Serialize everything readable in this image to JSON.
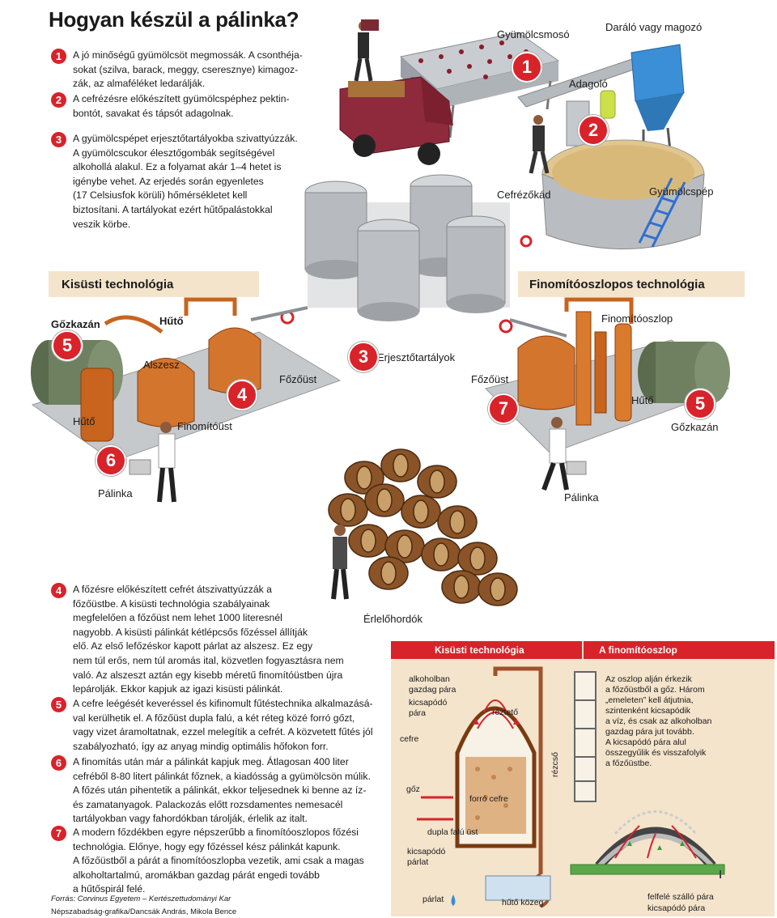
{
  "title": "Hogyan készül a pálinka?",
  "steps": [
    {
      "num": "1",
      "lines": [
        "A jó minőségű gyümölcsöt megmossák. A csonthéja-",
        "sokat (szilva, barack, meggy, cseresznye) kimagoz-",
        "zák, az almaféléket ledarálják."
      ]
    },
    {
      "num": "2",
      "lines": [
        "A cefrézésre előkészített gyümölcspéphez pektin-",
        "bontót, savakat és tápsót adagolnak."
      ]
    },
    {
      "num": "3",
      "lines": [
        "A gyümölcspépet erjesztőtartályokba szivattyúzzák.",
        "A gyümölcscukor élesztőgombák segítségével",
        "alkohollá alakul. Ez a folyamat akár 1–4 hetet is",
        "igénybe vehet. Az erjedés során egyenletes",
        "(17 Celsiusfok körüli) hőmérsékletet kell",
        "biztosítani. A tartályokat ezért hűtőpalástokkal",
        "veszik körbe."
      ]
    },
    {
      "num": "4",
      "lines": [
        "A főzésre előkészített cefrét átszivattyúzzák a",
        "főzőüstbe. A kisüsti technológia szabályainak",
        "megfelelően a főzőüst nem lehet 1000 literesnél",
        "nagyobb. A kisüsti pálinkát kétlépcsős főzéssel állítják",
        "elő. Az első lefőzéskor kapott párlat az alszesz. Ez egy",
        "nem túl erős, nem túl aromás ital, közvetlen fogyasztásra nem",
        "való. Az alszeszt aztán egy kisebb méretű finomítóüstben újra",
        "lepárolják. Ekkor kapjuk az igazi kisüsti pálinkát."
      ]
    },
    {
      "num": "5",
      "lines": [
        "A cefre leégését keveréssel és kifinomult fűtéstechnika alkalmazásá-",
        "val kerülhetik el. A főzőüst dupla falú, a két réteg közé forró gőzt,",
        "vagy vizet áramoltatnak, ezzel melegítik a cefrét. A közvetett fűtés jól",
        "szabályozható, így az anyag mindig optimális hőfokon forr."
      ]
    },
    {
      "num": "6",
      "lines": [
        "A finomítás után már a pálinkát kapjuk meg. Átlagosan 400 liter",
        "cefréből 8-80 litert pálinkát főznek, a kiadósság a gyümölcsön múlik.",
        "A főzés után pihentetik a pálinkát, ekkor teljesednek ki benne az íz-",
        "és zamatanyagok. Palackozás előtt rozsdamentes nemesacél",
        "tartályokban vagy fahordókban tárolják, érlelik az italt."
      ]
    },
    {
      "num": "7",
      "lines": [
        "A modern főzdékben egyre népszerűbb a finomítóoszlopos főzési",
        "technológia. Előnye, hogy egy főzéssel kész pálinkát kapunk.",
        "A főzőüstből a párát a finomítóoszlopba vezetik, ami csak a magas",
        "alkoholtartalmú, aromákban gazdag párát engedi tovább",
        "a hűtőspirál felé."
      ]
    }
  ],
  "source": "Forrás: Corvinus Egyetem – Kertészettudományi Kar",
  "credit": "Népszabadság-grafika/Dancsák András, Mikola Bence",
  "illustration": {
    "gyumolcsmoso": "Gyümölcsmosó",
    "daralo": "Daráló vagy magozó",
    "adagolo": "Adagoló",
    "cefrezokad": "Cefrézőkád",
    "gyumolcspep": "Gyümölcspép",
    "kisusti_title": "Kisüsti technológia",
    "finomito_title": "Finomítóoszlopos technológia",
    "gozkazan_left": "Gőzkazán",
    "huto_top": "Hűtő",
    "alszesz": "Alszesz",
    "fozoust_left": "Főzőüst",
    "erjeszto": "Erjesztőtartályok",
    "fozoust_right": "Főzőüst",
    "finomitooszlop": "Finomítóoszlop",
    "huto_right": "Hűtő",
    "gozkazan_right": "Gőzkazán",
    "huto_left": "Hűtő",
    "finomitoust": "Finomítóüst",
    "palinka_left": "Pálinka",
    "palinka_right": "Pálinka",
    "erlelohordok": "Érlelőhordók",
    "badges": [
      "1",
      "2",
      "3",
      "4",
      "5",
      "5",
      "6",
      "7"
    ]
  },
  "diagram": {
    "left_title": "Kisüsti technológia",
    "right_title": "A finomítóoszlop",
    "alkoholban_gazdag_para": "alkoholban gazdag pára",
    "kicsapodo_para": "kicsapódó pára",
    "reztető": "réztető",
    "cefre": "cefre",
    "rezcso": "rézcső",
    "goz": "gőz",
    "forro_cefre": "forró cefre",
    "dupla_falu_ust": "dupla falú üst",
    "kicsapodo_parlat": "kicsapódó párlat",
    "parlat": "párlat",
    "huto_kozeg": "hűtő közeg",
    "column_text": [
      "Az oszlop alján érkezik",
      "a főzőüstből a gőz. Három",
      "„emeleten” kell átjutnia,",
      "szintenként kicsapódik",
      "a víz, és csak az alkoholban",
      "gazdag pára jut tovább.",
      "A kicsapódó pára alul",
      "összegyűlik és visszafolyik",
      "a főzőüstbe."
    ],
    "felfele_szallo_para": "felfelé szálló pára",
    "kicsapodo_para2": "kicsapódó pára"
  },
  "colors": {
    "accent_red": "#d8232a",
    "copper": "#c8641e",
    "beige_panel": "#f4e4cc",
    "steel": "#b9bdc1"
  }
}
